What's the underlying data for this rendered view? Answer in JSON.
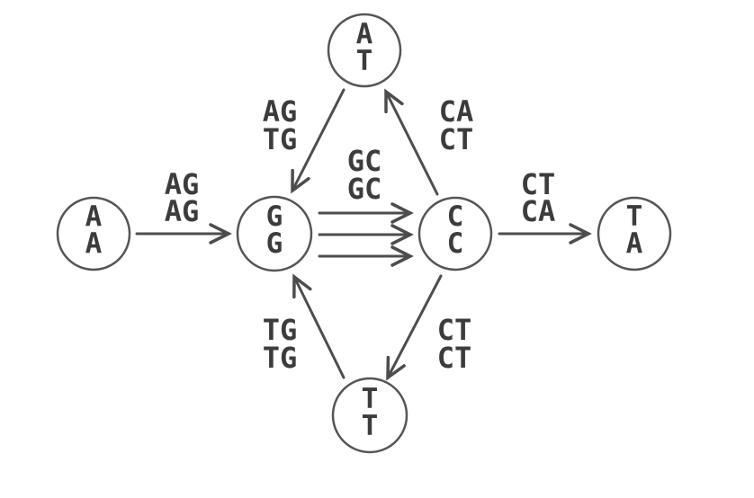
{
  "nodes": [
    {
      "id": "AA",
      "top": "A",
      "bottom": "A"
    },
    {
      "id": "GG",
      "top": "G",
      "bottom": "G"
    },
    {
      "id": "CC",
      "top": "C",
      "bottom": "C"
    },
    {
      "id": "TA",
      "top": "T",
      "bottom": "A"
    },
    {
      "id": "AT",
      "top": "A",
      "bottom": "T"
    },
    {
      "id": "TT",
      "top": "T",
      "bottom": "T"
    }
  ],
  "edges": [
    {
      "from": "AA",
      "to": "GG",
      "top": "AG",
      "bottom": "AG"
    },
    {
      "from": "GG",
      "to": "CC",
      "top": "GC",
      "bottom": "GC",
      "multiplicity": 3
    },
    {
      "from": "CC",
      "to": "TA",
      "top": "CT",
      "bottom": "CA"
    },
    {
      "from": "CC",
      "to": "AT",
      "top": "CA",
      "bottom": "CT"
    },
    {
      "from": "AT",
      "to": "GG",
      "top": "AG",
      "bottom": "TG"
    },
    {
      "from": "CC",
      "to": "TT",
      "top": "CT",
      "bottom": "CT"
    },
    {
      "from": "TT",
      "to": "GG",
      "top": "TG",
      "bottom": "TG"
    }
  ],
  "colors": {
    "stroke": "#4d4d4d",
    "text": "#3c3c3c"
  }
}
